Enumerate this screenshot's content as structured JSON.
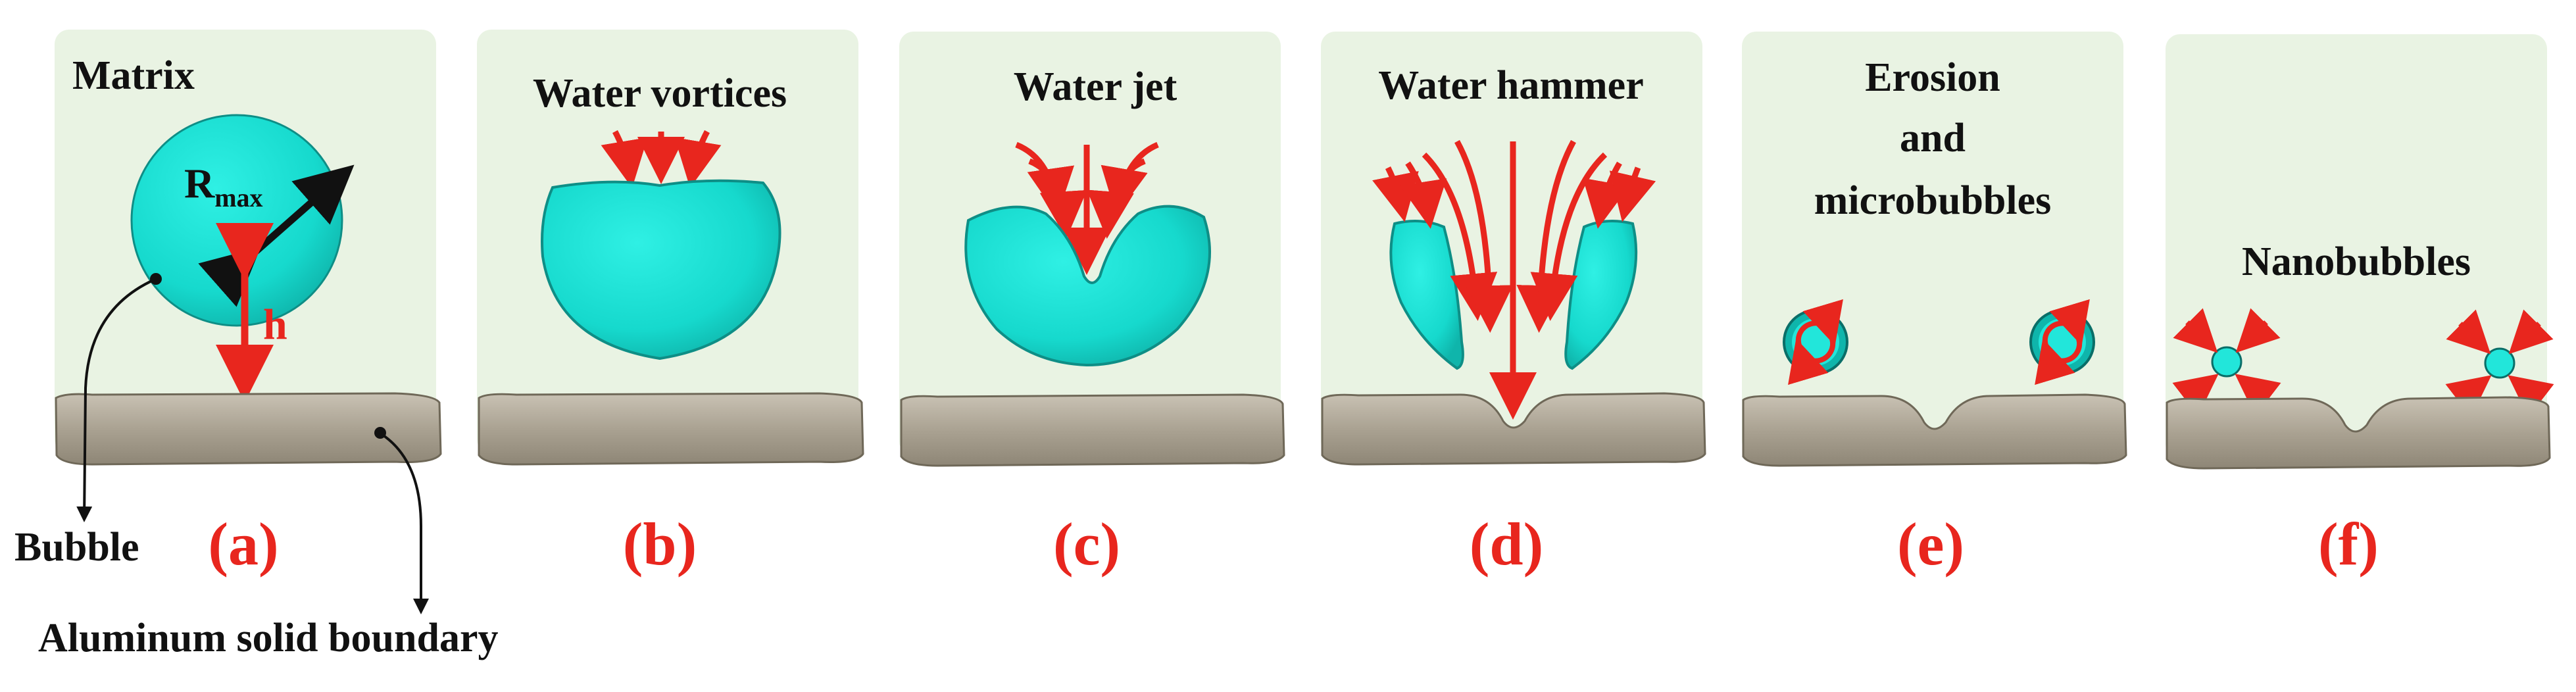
{
  "figure": {
    "colors": {
      "panel_bg": "#e9f3e3",
      "bubble": "#19e2d6",
      "bubble_edge": "#0e6e6a",
      "boundary": "#b3ab9c",
      "arrow_red": "#e8261e",
      "text": "#111111"
    },
    "panels": [
      {
        "id": "a",
        "title_lines": [
          "Matrix"
        ],
        "label": "(a)",
        "stage": "initial bubble"
      },
      {
        "id": "b",
        "title_lines": [
          "Water vortices"
        ],
        "label": "(b)",
        "stage": "vortex collapse"
      },
      {
        "id": "c",
        "title_lines": [
          "Water jet"
        ],
        "label": "(c)",
        "stage": "jet formation"
      },
      {
        "id": "d",
        "title_lines": [
          "Water hammer"
        ],
        "label": "(d)",
        "stage": "jet impact"
      },
      {
        "id": "e",
        "title_lines": [
          "Erosion",
          "and",
          "microbubbles"
        ],
        "label": "(e)",
        "stage": "erosion"
      },
      {
        "id": "f",
        "title_lines": [
          "Nanobubbles"
        ],
        "label": "(f)",
        "stage": "nanobubble formation"
      }
    ],
    "annotations": {
      "radius_symbol": "R",
      "radius_subscript": "max",
      "height_symbol": "h",
      "bubble_label": "Bubble",
      "boundary_label": "Aluminum solid boundary"
    }
  }
}
